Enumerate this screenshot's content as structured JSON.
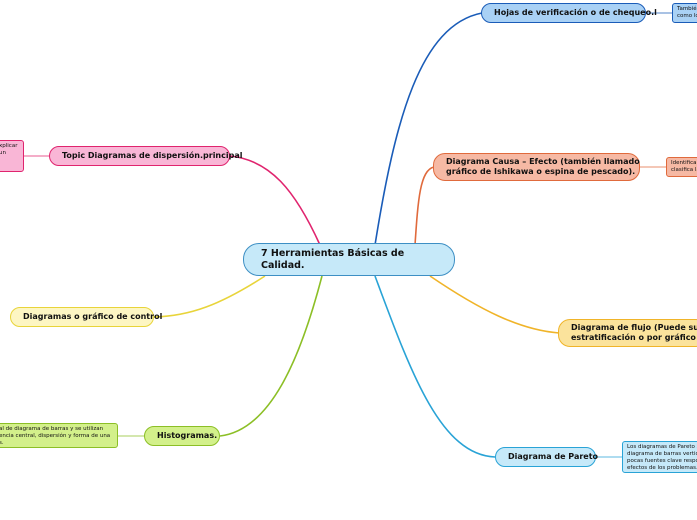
{
  "central": {
    "label": "7 Herramientas Básicas de Calidad."
  },
  "branches": {
    "hojas": {
      "label": "Hojas de verificación o de chequeo.l",
      "note": "También llamadas\ncomo lo"
    },
    "causa": {
      "label": "Diagrama Causa – Efecto (también llamado\ngráfico de Ishikawa o espina de pescado).",
      "note": "Identifica la\nclasifica la"
    },
    "flujo": {
      "label": "Diagrama de flujo (Puede sustit\nestratificación o por gráfico de"
    },
    "pareto": {
      "label": "Diagrama de Pareto",
      "note": "Los diagramas de Pareto s\ndiagrama de barras vertic\npocas fuentes clave respo\nefectos de los problemas."
    },
    "dispersion": {
      "label": "Topic Diagramas de dispersión.principal",
      "note": "xplicar\nun"
    },
    "control": {
      "label": "Diagramas o gráfico de control"
    },
    "histogramas": {
      "label": "Histogramas.",
      "note": "al de diagrama de barras y se utilizan\nencia central, dispersión y forma de una\ns."
    }
  },
  "colors": {
    "hojas": "#1a5cb8",
    "causa": "#e06a3c",
    "flujo": "#f0b429",
    "pareto": "#29a3d6",
    "dispersion": "#e0246e",
    "control": "#e8d43a",
    "histogramas": "#8cbf26"
  }
}
